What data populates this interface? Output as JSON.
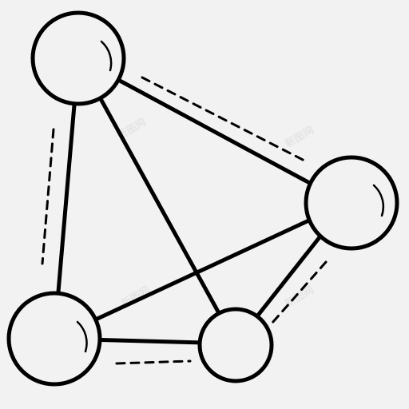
{
  "icon": {
    "name": "network-graph-icon",
    "stroke_color": "#000000",
    "background_color": "#f2f2f2",
    "node_count": 4,
    "edge_count": 6
  },
  "watermark": {
    "text": "新图网"
  }
}
